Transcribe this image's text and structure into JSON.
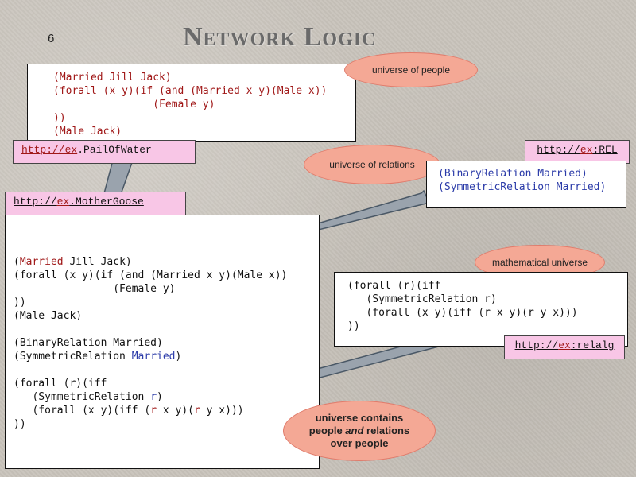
{
  "slide": {
    "number": "6",
    "title": "Network Logic"
  },
  "boxes": {
    "people": {
      "lines": [
        "(Married Jill Jack)",
        "(forall (x y)(if (and (Married x y)(Male x))",
        "                (Female y)",
        "))",
        "(Male Jack)"
      ]
    },
    "relations": {
      "lines": [
        "(BinaryRelation Married)",
        "(SymmetricRelation Married)"
      ]
    },
    "math": {
      "lines": [
        "(forall (r)(iff",
        "   (SymmetricRelation r)",
        "   (forall (x y)(iff (r x y)(r y x)))",
        "))"
      ]
    },
    "mother": {
      "block1_line1_pred": "Married",
      "block1_line1_rest": " Jill Jack)",
      "block1_rest": [
        "(forall (x y)(if (and (Married x y)(Male x))",
        "                (Female y)",
        "))",
        "(Male Jack)"
      ],
      "block2_line1": "(BinaryRelation Married)",
      "block2_line2_pre": "(SymmetricRelation ",
      "block2_line2_term": "Married",
      "block2_line2_post": ")",
      "block3_line1": "(forall (r)(iff",
      "block3_line2_pre": "   (SymmetricRelation ",
      "block3_var": "r",
      "block3_line2_post": ")",
      "block3_line3_a": "   (forall (x y)(iff (",
      "block3_line3_b": " x y)(",
      "block3_line3_c": " y x)))",
      "block3_line4": "))"
    }
  },
  "tags": {
    "pailofwater": {
      "prefix": "http://ex",
      "suffix": ".PailOfWater"
    },
    "rel": {
      "prefix": "http://",
      "ex": "ex",
      "suffix": ":REL"
    },
    "mothergoose": {
      "prefix": "http://",
      "ex": "ex",
      "suffix": ".MotherGoose"
    },
    "relalg": {
      "prefix": "http://",
      "ex": "ex",
      "suffix": ":relalg"
    }
  },
  "ellipses": {
    "people": "universe of people",
    "relations": "universe of relations",
    "math": "mathematical universe",
    "contains": {
      "line1": "universe contains",
      "line2_pre": "people ",
      "line2_em": "and",
      "line2_post": " relations",
      "line3": "over people"
    }
  },
  "colors": {
    "code_red": "#a01818",
    "code_blue": "#2a3aa8",
    "tag_pink": "#f8c6e6",
    "ellipse_salmon": "#f4a895",
    "arrow_gray": "#9aa3ad"
  }
}
